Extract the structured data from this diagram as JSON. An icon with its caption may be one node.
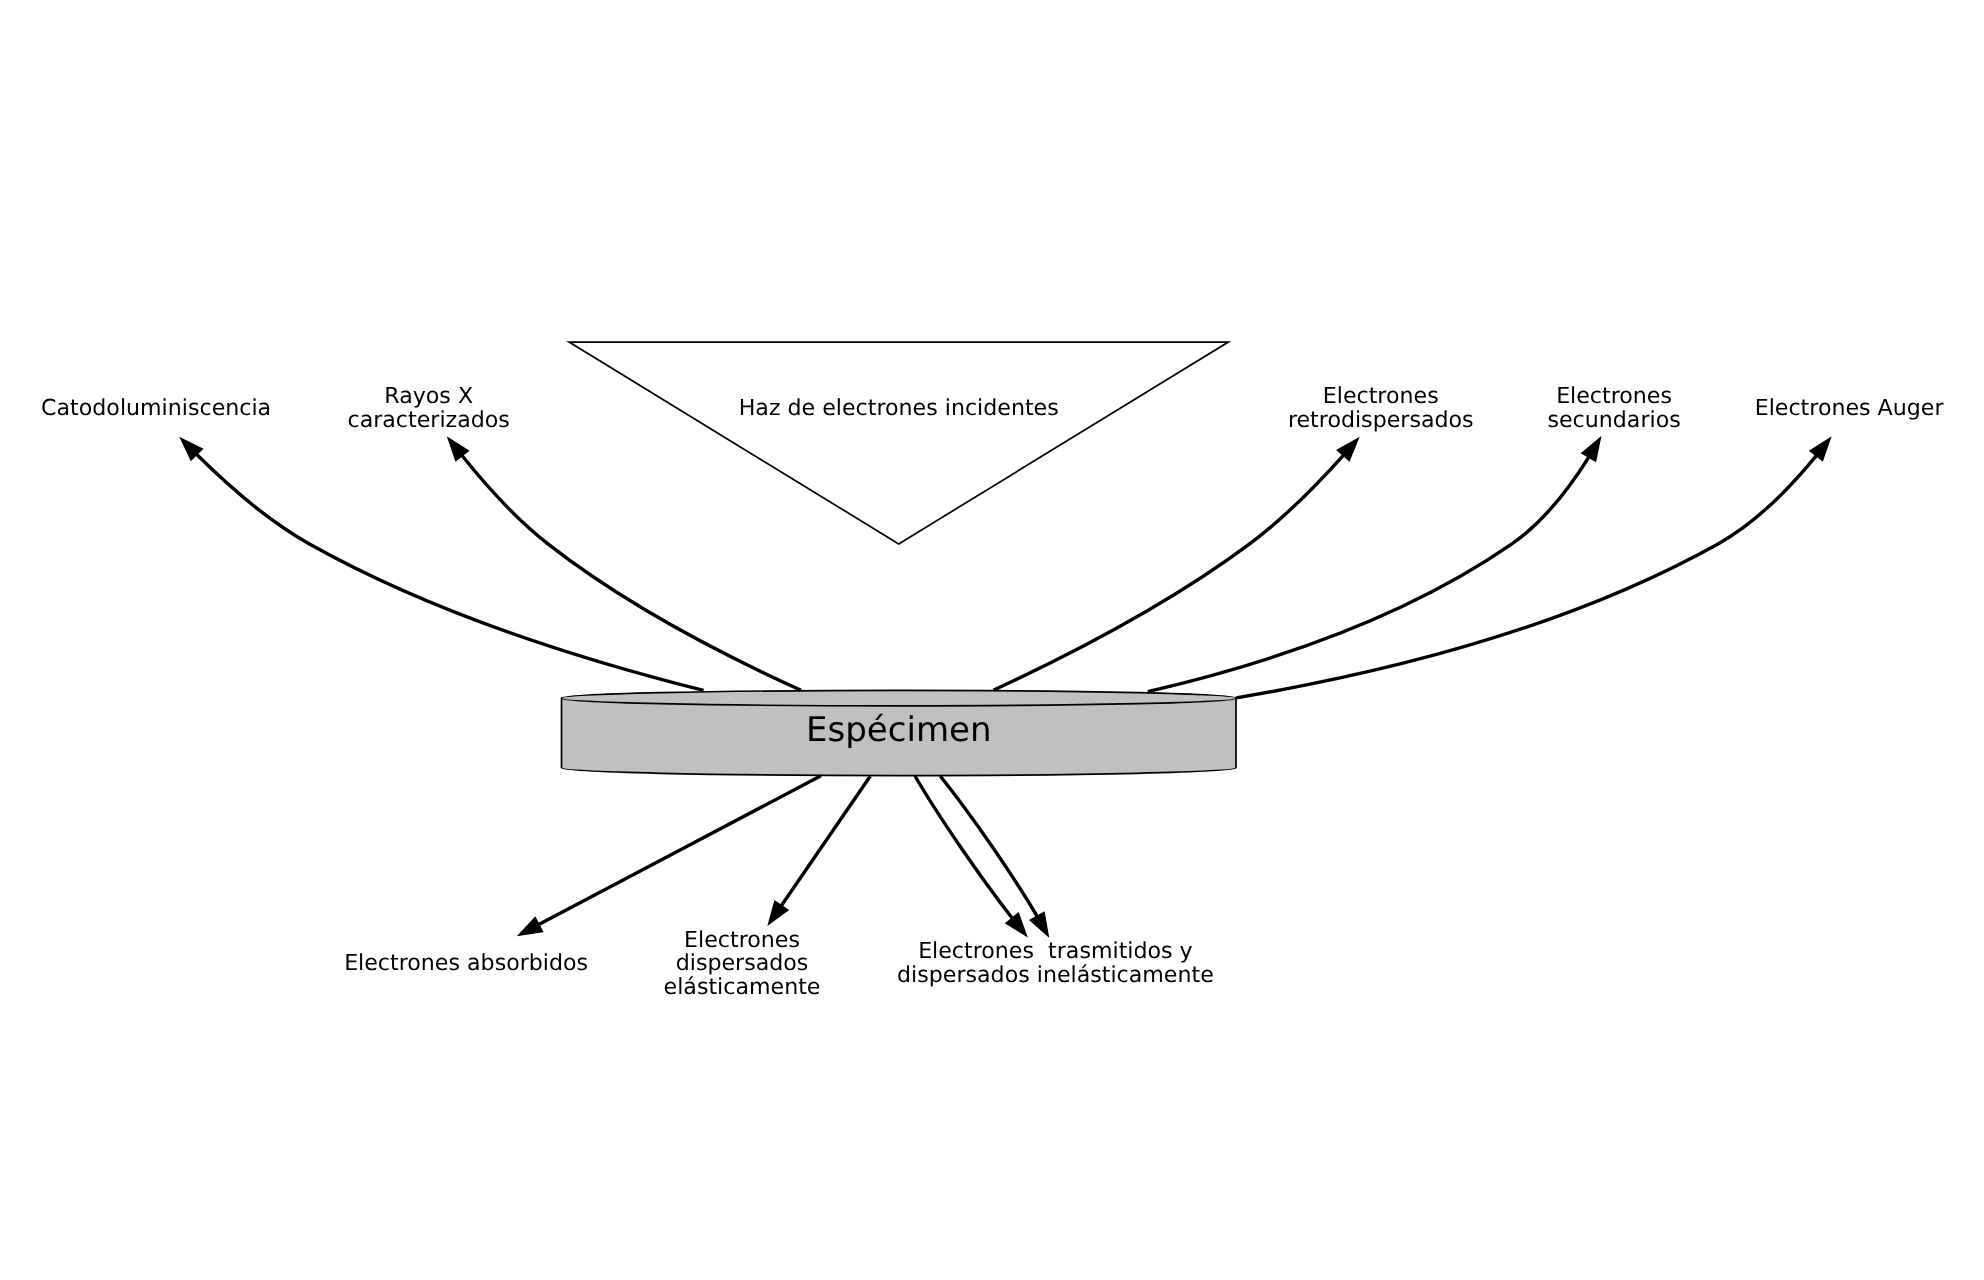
{
  "diagram": {
    "nodes": [
      {
        "text": [
          "Haz de electrones incidentes"
        ]
      },
      {
        "text": [
          "Rayos X caracterizados"
        ]
      },
      {
        "text": [
          "Catodoluminiscencia"
        ]
      },
      {
        "text": [
          "Electrones retrodispersados"
        ]
      },
      {
        "text": [
          "Electrones secundarios"
        ]
      },
      {
        "text": [
          "Electrones Auger"
        ]
      },
      {
        "text": [
          "Espécimen"
        ]
      },
      {
        "text": [
          "Electrones absorbidos"
        ]
      },
      {
        "text": [
          "Electrones dispersados elásticamente"
        ]
      },
      {
        "text": [
          "Electrones  trasmitidos y dispersados inelásticamente"
        ]
      }
    ],
    "edges": [
      {
        "from": 6,
        "to": 1,
        "arrow": "to"
      },
      {
        "from": 6,
        "to": 2,
        "arrow": "to"
      },
      {
        "from": 6,
        "to": 3,
        "arrow": "to"
      },
      {
        "from": 6,
        "to": 4,
        "arrow": "to"
      },
      {
        "from": 6,
        "to": 5,
        "arrow": "to"
      },
      {
        "from": 6,
        "to": 7,
        "arrow": "to"
      },
      {
        "from": 6,
        "to": 8,
        "arrow": "to"
      },
      {
        "from": 6,
        "to": 9,
        "arrow": "to"
      },
      {
        "from": 6,
        "to": 9,
        "arrow": "to"
      }
    ]
  }
}
